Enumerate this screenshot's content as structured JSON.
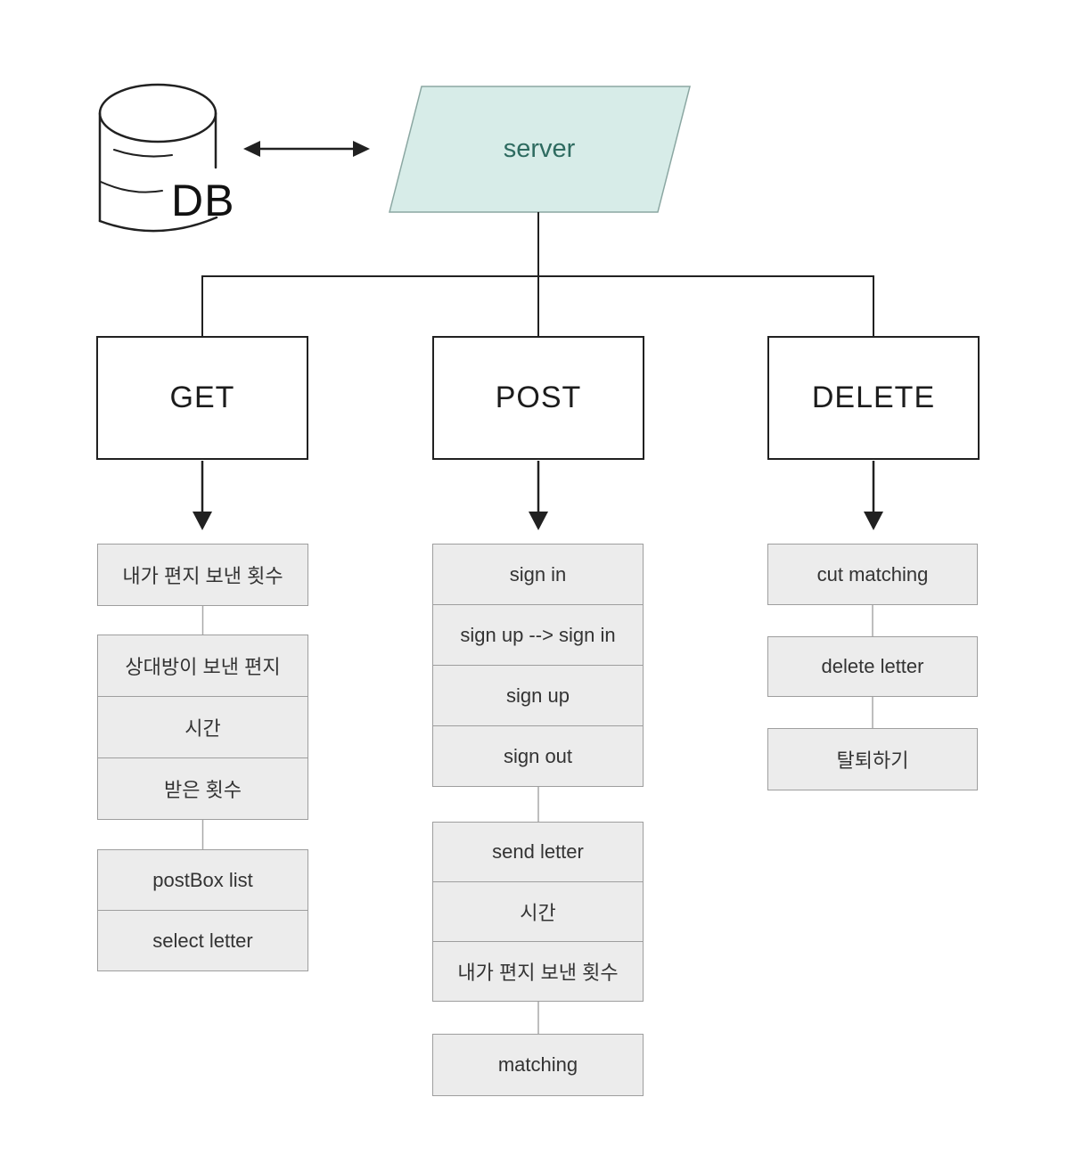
{
  "colors": {
    "background": "#ffffff",
    "server_fill": "#d7ece8",
    "server_border": "#8ba7a2",
    "server_text": "#2e6b60",
    "item_fill": "#ececec",
    "item_border": "#9e9e9e",
    "item_text": "#333333",
    "line": "#212121",
    "connector": "#a8a8a8"
  },
  "db": {
    "label": "DB"
  },
  "server": {
    "label": "server"
  },
  "methods": {
    "get": "GET",
    "post": "POST",
    "delete": "DELETE"
  },
  "get_items": [
    "내가 편지 보낸 횟수",
    "상대방이 보낸 편지",
    "시간",
    "받은 횟수",
    "postBox list",
    "select letter"
  ],
  "post_items": [
    "sign in",
    "sign up --> sign in",
    "sign up",
    "sign out",
    "send letter",
    "시간",
    "내가 편지 보낸 횟수",
    "matching"
  ],
  "delete_items": [
    "cut matching",
    "delete letter",
    "탈퇴하기"
  ]
}
